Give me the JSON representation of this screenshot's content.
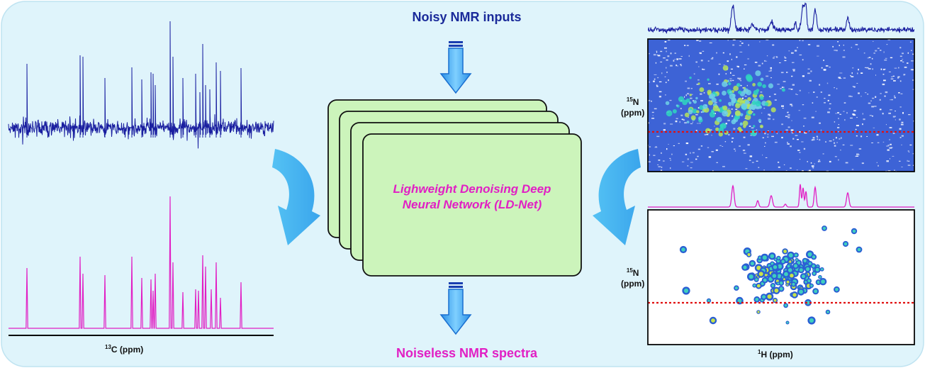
{
  "colors": {
    "background": "#dff4fb",
    "noisy_blue": "#1a1fa0",
    "clean_magenta": "#e11fc4",
    "arrow_blue": "#3fb2ee",
    "arrow_border": "#1a6fd0",
    "box_fill": "#ccf4bb",
    "title_blue": "#1a2a9a",
    "title_magenta": "#e11fc4",
    "dotted_red": "#e01010",
    "noisy_map_bg": "#3d63d6"
  },
  "labels": {
    "top": "Noisy NMR inputs",
    "bottom": "Noiseless NMR spectra",
    "network_line1": "Lighweight Denoising Deep",
    "network_line2": "Neural Network (LD-Net)",
    "n15_sup": "15",
    "n15_el": "N",
    "ppm": "(ppm)",
    "c13_sup": "13",
    "c13_axis": "C (ppm)",
    "h1_sup": "1",
    "h1_axis": "H (ppm)"
  },
  "icons": {
    "down_arrow": "arrow-down-icon",
    "curved_arrow": "curved-arrow-icon"
  }
}
